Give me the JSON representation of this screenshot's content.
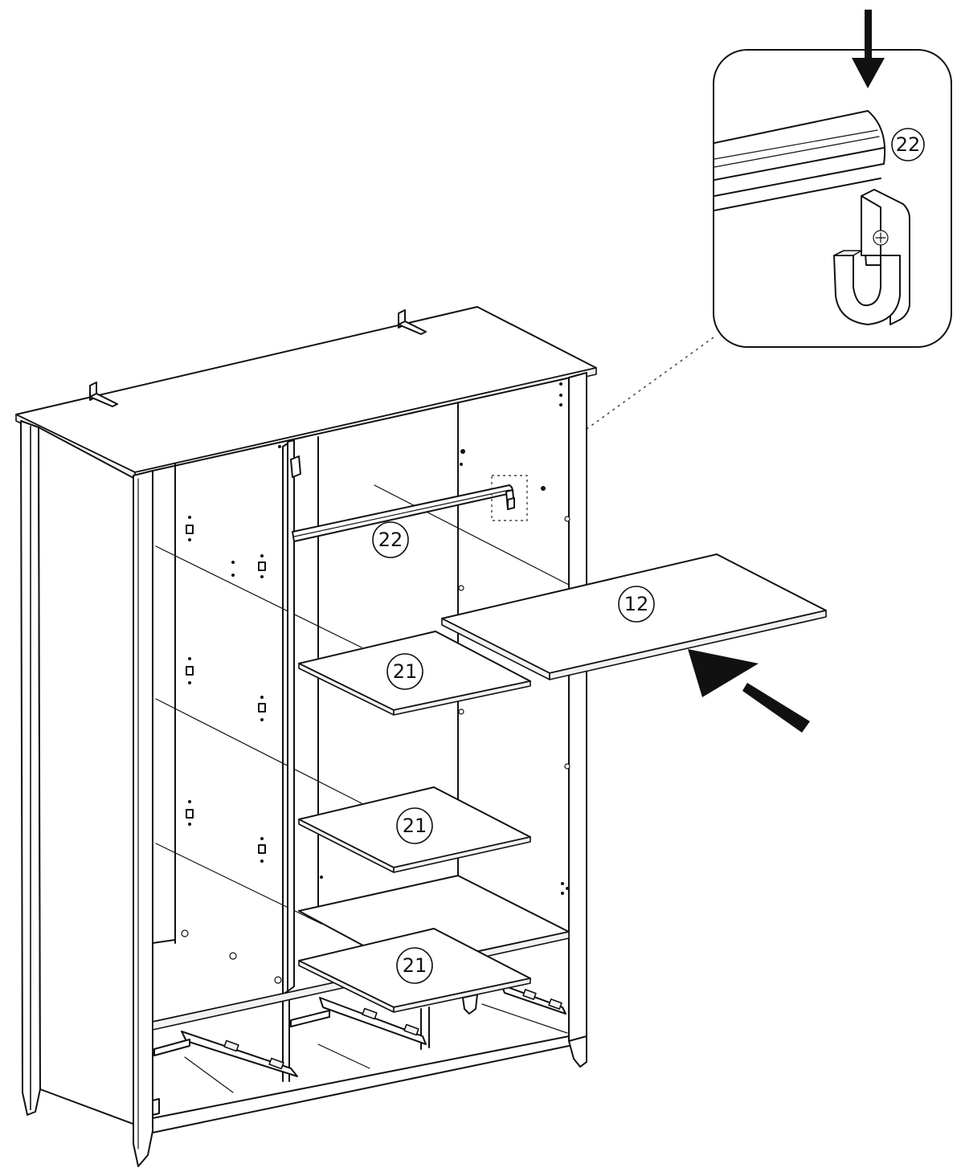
{
  "diagram": {
    "labels": {
      "detail_rail": "22",
      "rail": "22",
      "top_panel": "12",
      "shelf_upper": "21",
      "shelf_middle": "21",
      "shelf_lower": "21"
    },
    "arrows": {
      "detail_arrow": "down-arrow",
      "insert_arrow": "insert-arrow"
    }
  }
}
